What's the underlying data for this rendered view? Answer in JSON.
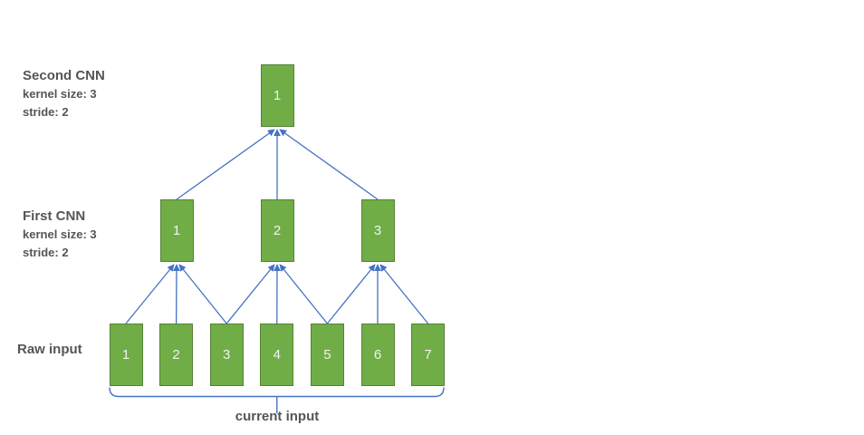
{
  "diagram": {
    "colors": {
      "box_fill": "#70AD47",
      "box_border": "#548235",
      "connector": "#4472C4",
      "label_text": "#555555",
      "node_text": "#F2F2F2"
    },
    "layers": [
      {
        "id": "second-cnn",
        "label": "Second CNN",
        "details": [
          "kernel size: 3",
          "stride: 2"
        ],
        "nodes": [
          "1"
        ]
      },
      {
        "id": "first-cnn",
        "label": "First CNN",
        "details": [
          "kernel size: 3",
          "stride: 2"
        ],
        "nodes": [
          "1",
          "2",
          "3"
        ]
      },
      {
        "id": "raw-input",
        "label": "Raw input",
        "details": [],
        "nodes": [
          "1",
          "2",
          "3",
          "4",
          "5",
          "6",
          "7"
        ]
      }
    ],
    "connections": {
      "raw_to_first": [
        [
          1,
          1
        ],
        [
          2,
          1
        ],
        [
          3,
          1
        ],
        [
          3,
          2
        ],
        [
          4,
          2
        ],
        [
          5,
          2
        ],
        [
          5,
          3
        ],
        [
          6,
          3
        ],
        [
          7,
          3
        ]
      ],
      "first_to_second": [
        [
          1,
          1
        ],
        [
          2,
          1
        ],
        [
          3,
          1
        ]
      ]
    },
    "brace": {
      "label": "current input"
    }
  }
}
